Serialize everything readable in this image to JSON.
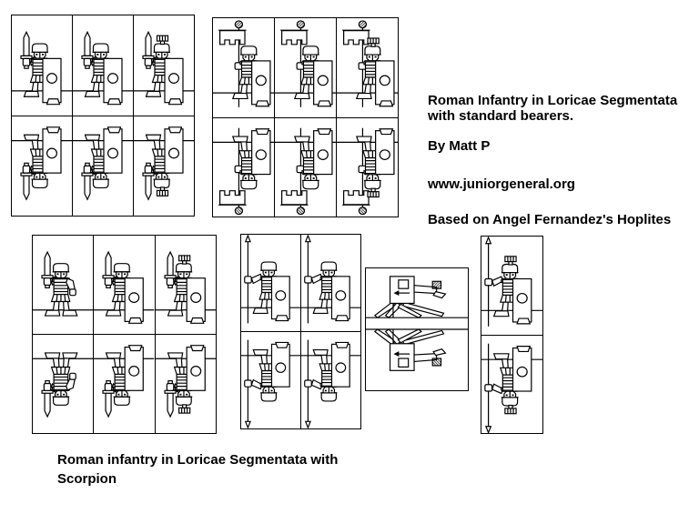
{
  "document": {
    "paper_color": "#ffffff",
    "ink_color": "#000000"
  },
  "credits": {
    "line1": "Roman Infantry in Loricae Segmentata",
    "line2": "with standard bearers.",
    "byline": "By Matt P",
    "website": "www.juniorgeneral.org",
    "attribution": "Based on Angel Fernandez's Hoplites"
  },
  "caption": {
    "line1": "Roman infantry in Loricae Segmentata with",
    "line2": "Scorpion"
  },
  "sheets": [
    {
      "id": "legionaries-swords-a",
      "rows": [
        "front",
        "back"
      ],
      "columns": [
        "legionary-sword-shield",
        "legionary-sword-shield",
        "centurion-sword-shield"
      ]
    },
    {
      "id": "standard-bearers",
      "rows": [
        "front",
        "back"
      ],
      "columns": [
        "standard-bearer",
        "standard-bearer",
        "standard-bearer-crested"
      ]
    },
    {
      "id": "legionaries-swords-b",
      "rows": [
        "front",
        "back"
      ],
      "columns": [
        "legionary-sword",
        "legionary-sword-shield",
        "centurion-sword-shield"
      ]
    },
    {
      "id": "legionaries-spears",
      "rows": [
        "front",
        "back"
      ],
      "columns": [
        "spearman-shield",
        "spearman-shield"
      ]
    },
    {
      "id": "scorpion",
      "rows": [
        "front",
        "back"
      ],
      "machine": true,
      "columns": [
        "scorpion"
      ]
    },
    {
      "id": "officer-spear",
      "rows": [
        "front",
        "back"
      ],
      "columns": [
        "centurion-spear-shield"
      ]
    }
  ]
}
